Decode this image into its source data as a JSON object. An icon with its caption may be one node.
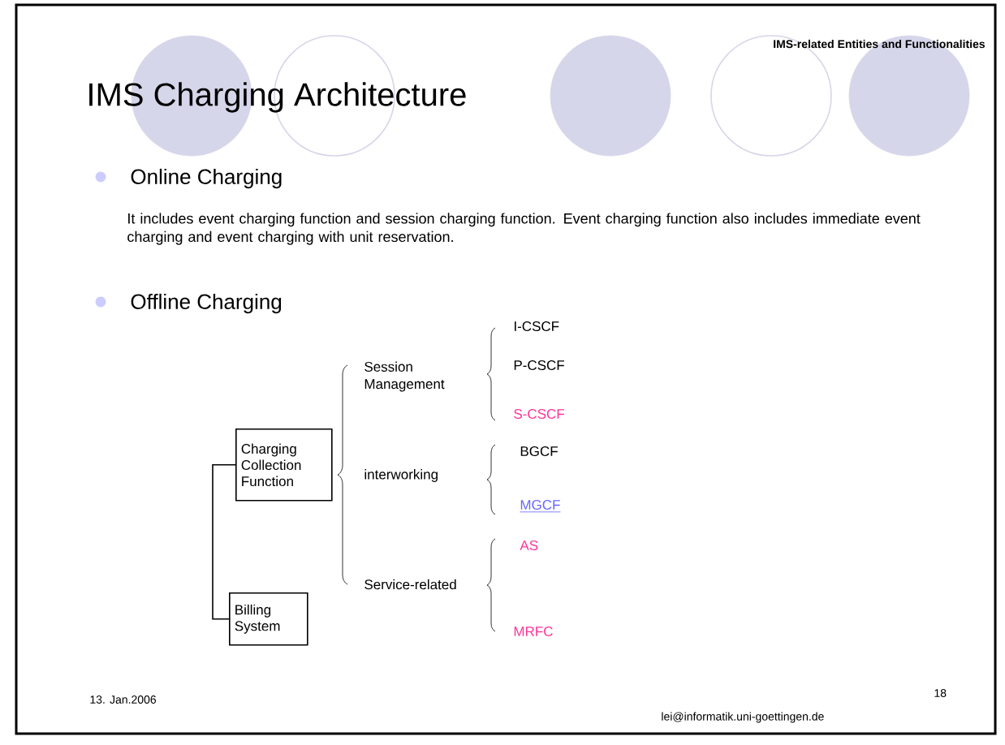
{
  "diagram": {
    "title": "IMS Charging Architecture",
    "nodes": [
      {
        "text": [
          "Charging Collection Function"
        ]
      },
      {
        "text": [
          "Billing System"
        ]
      }
    ],
    "edges": [
      {
        "from": 0,
        "to": 1,
        "arrow": "none"
      }
    ],
    "labels": [
      "IMS-related Entities and Functionalities",
      "Online Charging",
      "It includes event charging function and session charging function. Event charging function also includes immediate event charging and event charging with unit reservation.",
      "Offline Charging",
      "I-CSCF",
      "Session Management",
      "P-CSCF",
      "S-CSCF",
      "BGCF",
      "interworking",
      "MGCF",
      "AS",
      "Service-related",
      "MRFC",
      "18",
      "13. Jan.2006",
      "lei@informatik.uni-goettingen.de"
    ]
  }
}
